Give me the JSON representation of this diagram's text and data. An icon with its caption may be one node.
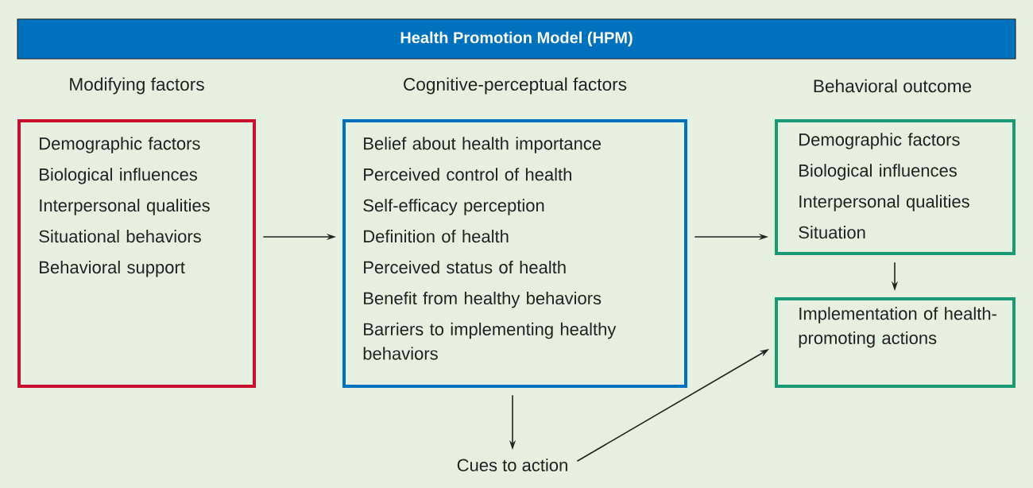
{
  "diagram": {
    "title": "Health Promotion Model (HPM)",
    "nodes": [
      {
        "text": [
          "Modifying factors",
          "Demographic factors",
          "Biological influences",
          "Interpersonal qualities",
          "Situational behaviors",
          "Behavioral support"
        ]
      },
      {
        "text": [
          "Cognitive-perceptual factors",
          "Belief about health importance",
          "Perceived control of health",
          "Self-efficacy perception",
          "Definition of health",
          "Perceived status of health",
          "Benefit from healthy behaviors",
          "Barriers to implementing healthy behaviors"
        ]
      },
      {
        "text": [
          "Behavioral outcome",
          "Demographic factors",
          "Biological influences",
          "Interpersonal qualities",
          "Situation"
        ]
      },
      {
        "text": [
          "Implementation of health-promoting actions"
        ]
      },
      {
        "text": [
          "Cues to action"
        ]
      }
    ],
    "edges": [
      {
        "from": 0,
        "to": 1,
        "arrow": "to"
      },
      {
        "from": 1,
        "to": 2,
        "arrow": "to"
      },
      {
        "from": 2,
        "to": 3,
        "arrow": "to"
      },
      {
        "from": 1,
        "to": 4,
        "arrow": "to"
      },
      {
        "from": 4,
        "to": 3,
        "arrow": "to"
      }
    ]
  }
}
